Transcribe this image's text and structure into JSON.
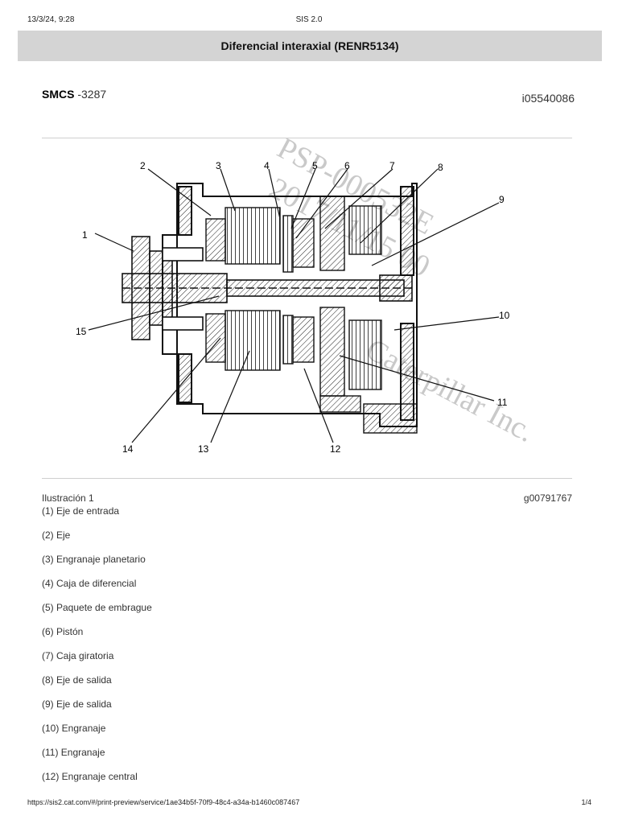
{
  "print_header": {
    "datetime": "13/3/24, 9:28",
    "app_title": "SIS 2.0"
  },
  "document": {
    "title": "Diferencial interaxial (RENR5134)",
    "smcs_label": "SMCS",
    "smcs_code": " -3287",
    "doc_id": "i05540086"
  },
  "figure": {
    "caption": "Ilustración 1",
    "graphic_id": "g00791767",
    "watermark_lines": [
      "PSP-000532E",
      "2017/11/15 00",
      "Caterpillar Inc."
    ],
    "callouts": [
      "1",
      "2",
      "3",
      "4",
      "5",
      "6",
      "7",
      "8",
      "9",
      "10",
      "11",
      "12",
      "13",
      "14",
      "15"
    ]
  },
  "legend": [
    "(1) Eje de entrada",
    "(2) Eje",
    "(3) Engranaje planetario",
    "(4) Caja de diferencial",
    "(5) Paquete de embrague",
    "(6) Pistón",
    "(7) Caja giratoria",
    "(8) Eje de salida",
    "(9) Eje de salida",
    "(10) Engranaje",
    "(11) Engranaje",
    "(12) Engranaje central"
  ],
  "print_footer": {
    "url": "https://sis2.cat.com/#/print-preview/service/1ae34b5f-70f9-48c4-a34a-b1460c087467",
    "page": "1/4"
  }
}
